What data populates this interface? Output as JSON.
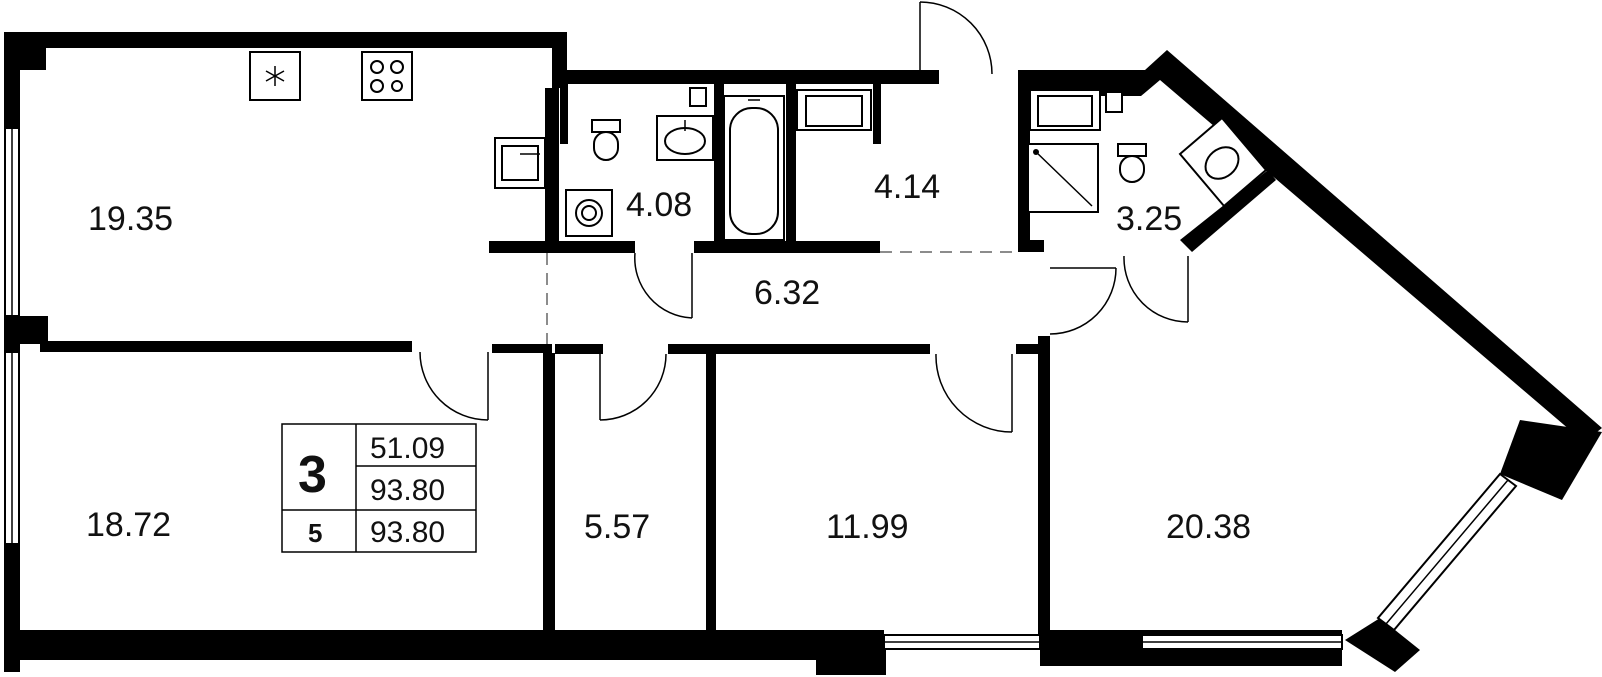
{
  "rooms": [
    {
      "id": "kitchen-living",
      "area": "19.35"
    },
    {
      "id": "bathroom-1",
      "area": "4.08"
    },
    {
      "id": "laundry",
      "area": "4.14"
    },
    {
      "id": "bathroom-2",
      "area": "3.25"
    },
    {
      "id": "hallway",
      "area": "6.32"
    },
    {
      "id": "bedroom-1",
      "area": "18.72"
    },
    {
      "id": "wardrobe",
      "area": "5.57"
    },
    {
      "id": "bedroom-2",
      "area": "11.99"
    },
    {
      "id": "bedroom-3",
      "area": "20.38"
    }
  ],
  "summary": {
    "rooms_count": "3",
    "floor": "5",
    "living_area": "51.09",
    "total_area": "93.80",
    "total_area_alt": "93.80"
  },
  "icons": [
    "snowflake-icon",
    "stove-icon",
    "sink-icon",
    "toilet-icon",
    "washing-machine-icon",
    "bathtub-icon",
    "shower-icon"
  ]
}
